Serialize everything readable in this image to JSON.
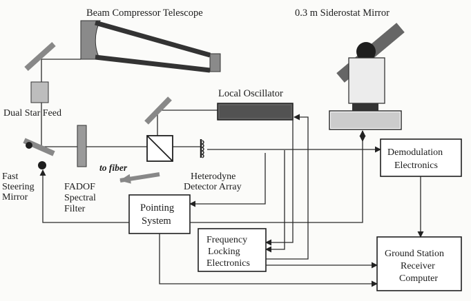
{
  "labels": {
    "beam_compressor": "Beam Compressor Telescope",
    "siderostat": "0.3 m Siderostat Mirror",
    "dual_star_feed": "Dual Star Feed",
    "local_oscillator": "Local Oscillator",
    "demod_1": "Demodulation",
    "demod_2": "Electronics",
    "to_fiber": "to fiber",
    "fast_1": "Fast",
    "fast_2": "Steering",
    "fast_3": "Mirror",
    "fadof_1": "FADOF",
    "fadof_2": "Spectral",
    "fadof_3": "Filter",
    "het_1": "Heterodyne",
    "het_2": "Detector Array",
    "pointing_1": "Pointing",
    "pointing_2": "System",
    "freq_1": "Frequency",
    "freq_2": "Locking",
    "freq_3": "Electronics",
    "gs_1": "Ground Station",
    "gs_2": "Receiver",
    "gs_3": "Computer"
  }
}
